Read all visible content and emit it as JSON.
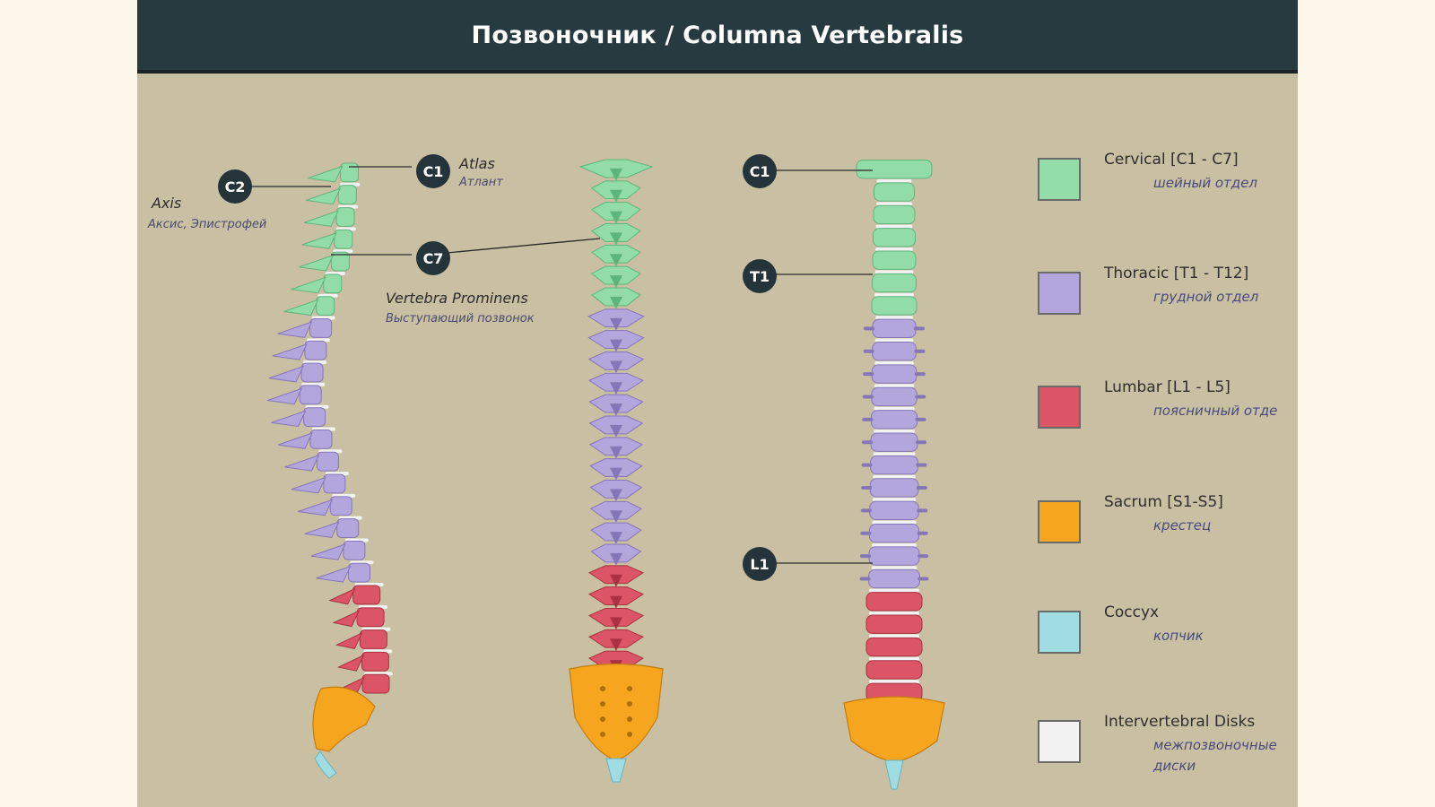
{
  "header": {
    "title": "Позвоночник / Columna Vertebralis"
  },
  "colors": {
    "cervical": "#92dca8",
    "thoracic": "#b3a6dc",
    "lumbar": "#dc5566",
    "sacrum": "#f6a51e",
    "coccyx": "#9fdde2",
    "disk": "#f2f2f2",
    "marker": "#24343a",
    "header": "#273a40"
  },
  "markers": {
    "c1_left": "C1",
    "c2": "C2",
    "c7": "C7",
    "c1_right": "C1",
    "t1": "T1",
    "l1": "L1"
  },
  "labels": {
    "atlas_en": "Atlas",
    "atlas_ru": "Атлант",
    "axis_en": "Axis",
    "axis_ru": "Аксис, Эпистрофей",
    "prominens_en": "Vertebra Prominens",
    "prominens_ru": "Выступающий позвонок"
  },
  "legend": [
    {
      "key": "cervical",
      "en": "Cervical [C1 - C7]",
      "ru": "шейный отдел",
      "color": "#92dca8"
    },
    {
      "key": "thoracic",
      "en": "Thoracic [T1 - T12]",
      "ru": "грудной отдел",
      "color": "#b3a6dc"
    },
    {
      "key": "lumbar",
      "en": "Lumbar [L1 - L5]",
      "ru": "поясничный отде",
      "color": "#dc5566"
    },
    {
      "key": "sacrum",
      "en": "Sacrum [S1-S5]",
      "ru": "крестец",
      "color": "#f6a51e"
    },
    {
      "key": "coccyx",
      "en": "Coccyx",
      "ru": "копчик",
      "color": "#9fdde2"
    },
    {
      "key": "disks",
      "en": "Intervertebral Disks",
      "ru": "межпозвоночные диски",
      "color": "#f2f2f2"
    }
  ]
}
